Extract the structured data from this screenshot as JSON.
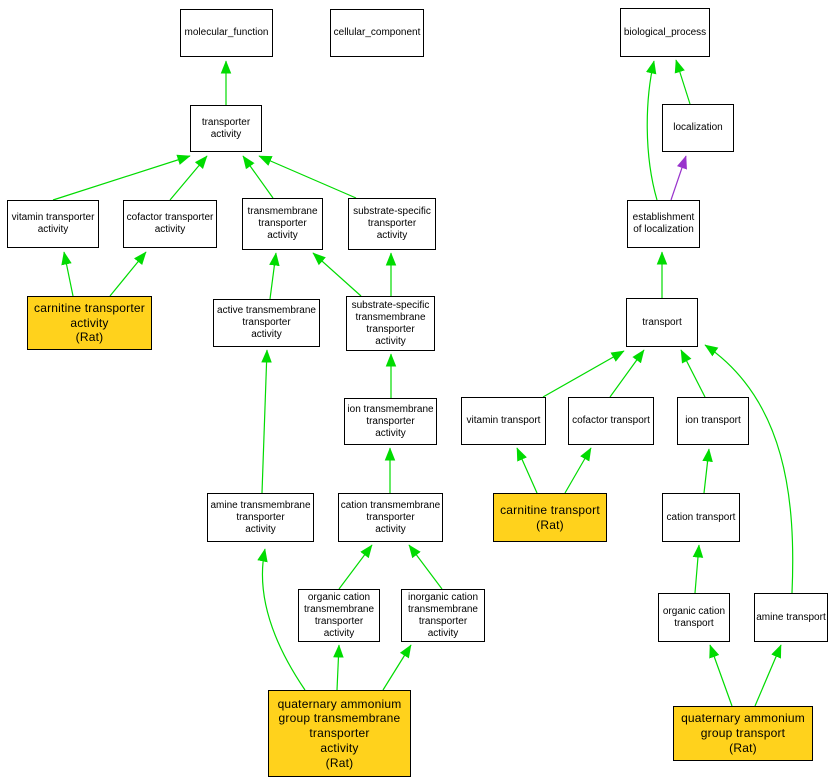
{
  "diagram": {
    "kind": "gene-ontology-term-graph",
    "background": "#ffffff",
    "colors": {
      "node_border": "#000000",
      "node_fill": "#ffffff",
      "highlight_fill": "#FFD21C",
      "is_a_edge": "#00DB00",
      "part_of_edge": "#9933CC"
    }
  },
  "nodes": [
    {
      "id": "molecular_function",
      "label": "molecular_function",
      "highlighted": false
    },
    {
      "id": "cellular_component",
      "label": "cellular_component",
      "highlighted": false
    },
    {
      "id": "transporter_activity",
      "label": "transporter\nactivity",
      "highlighted": false
    },
    {
      "id": "vitamin_transporter_activity",
      "label": "vitamin transporter\nactivity",
      "highlighted": false
    },
    {
      "id": "cofactor_transporter_activity",
      "label": "cofactor transporter\nactivity",
      "highlighted": false
    },
    {
      "id": "transmembrane_transporter_activity",
      "label": "transmembrane\ntransporter\nactivity",
      "highlighted": false
    },
    {
      "id": "substrate_specific_transporter_activity",
      "label": "substrate-specific\ntransporter\nactivity",
      "highlighted": false
    },
    {
      "id": "carnitine_transporter_activity_rat",
      "label": "carnitine transporter\nactivity\n(Rat)",
      "highlighted": true
    },
    {
      "id": "active_transmembrane_transporter_activity",
      "label": "active transmembrane\ntransporter\nactivity",
      "highlighted": false
    },
    {
      "id": "substrate_specific_transmembrane_transporter_activity",
      "label": "substrate-specific\ntransmembrane\ntransporter\nactivity",
      "highlighted": false
    },
    {
      "id": "ion_transmembrane_transporter_activity",
      "label": "ion transmembrane\ntransporter\nactivity",
      "highlighted": false
    },
    {
      "id": "amine_transmembrane_transporter_activity",
      "label": "amine transmembrane\ntransporter\nactivity",
      "highlighted": false
    },
    {
      "id": "cation_transmembrane_transporter_activity",
      "label": "cation transmembrane\ntransporter\nactivity",
      "highlighted": false
    },
    {
      "id": "organic_cation_transmembrane_transporter_activity",
      "label": "organic cation\ntransmembrane\ntransporter\nactivity",
      "highlighted": false
    },
    {
      "id": "inorganic_cation_transmembrane_transporter_activity",
      "label": "inorganic cation\ntransmembrane\ntransporter\nactivity",
      "highlighted": false
    },
    {
      "id": "quaternary_ammonium_group_transmembrane_transporter_activity_rat",
      "label": "quaternary ammonium\ngroup transmembrane\ntransporter\nactivity\n(Rat)",
      "highlighted": true
    },
    {
      "id": "biological_process",
      "label": "biological_process",
      "highlighted": false
    },
    {
      "id": "localization",
      "label": "localization",
      "highlighted": false
    },
    {
      "id": "establishment_of_localization",
      "label": "establishment\nof localization",
      "highlighted": false
    },
    {
      "id": "transport",
      "label": "transport",
      "highlighted": false
    },
    {
      "id": "vitamin_transport",
      "label": "vitamin transport",
      "highlighted": false
    },
    {
      "id": "cofactor_transport",
      "label": "cofactor transport",
      "highlighted": false
    },
    {
      "id": "ion_transport",
      "label": "ion transport",
      "highlighted": false
    },
    {
      "id": "carnitine_transport_rat",
      "label": "carnitine transport\n(Rat)",
      "highlighted": true
    },
    {
      "id": "cation_transport",
      "label": "cation transport",
      "highlighted": false
    },
    {
      "id": "organic_cation_transport",
      "label": "organic cation\ntransport",
      "highlighted": false
    },
    {
      "id": "amine_transport",
      "label": "amine transport",
      "highlighted": false
    },
    {
      "id": "quaternary_ammonium_group_transport_rat",
      "label": "quaternary ammonium\ngroup transport\n(Rat)",
      "highlighted": true
    }
  ],
  "edges": [
    {
      "from": "transporter_activity",
      "to": "molecular_function",
      "relation": "is_a"
    },
    {
      "from": "vitamin_transporter_activity",
      "to": "transporter_activity",
      "relation": "is_a"
    },
    {
      "from": "cofactor_transporter_activity",
      "to": "transporter_activity",
      "relation": "is_a"
    },
    {
      "from": "transmembrane_transporter_activity",
      "to": "transporter_activity",
      "relation": "is_a"
    },
    {
      "from": "substrate_specific_transporter_activity",
      "to": "transporter_activity",
      "relation": "is_a"
    },
    {
      "from": "carnitine_transporter_activity_rat",
      "to": "vitamin_transporter_activity",
      "relation": "is_a"
    },
    {
      "from": "carnitine_transporter_activity_rat",
      "to": "cofactor_transporter_activity",
      "relation": "is_a"
    },
    {
      "from": "active_transmembrane_transporter_activity",
      "to": "transmembrane_transporter_activity",
      "relation": "is_a"
    },
    {
      "from": "substrate_specific_transmembrane_transporter_activity",
      "to": "transmembrane_transporter_activity",
      "relation": "is_a"
    },
    {
      "from": "substrate_specific_transmembrane_transporter_activity",
      "to": "substrate_specific_transporter_activity",
      "relation": "is_a"
    },
    {
      "from": "ion_transmembrane_transporter_activity",
      "to": "substrate_specific_transmembrane_transporter_activity",
      "relation": "is_a"
    },
    {
      "from": "amine_transmembrane_transporter_activity",
      "to": "active_transmembrane_transporter_activity",
      "relation": "is_a"
    },
    {
      "from": "cation_transmembrane_transporter_activity",
      "to": "ion_transmembrane_transporter_activity",
      "relation": "is_a"
    },
    {
      "from": "organic_cation_transmembrane_transporter_activity",
      "to": "cation_transmembrane_transporter_activity",
      "relation": "is_a"
    },
    {
      "from": "inorganic_cation_transmembrane_transporter_activity",
      "to": "cation_transmembrane_transporter_activity",
      "relation": "is_a"
    },
    {
      "from": "quaternary_ammonium_group_transmembrane_transporter_activity_rat",
      "to": "amine_transmembrane_transporter_activity",
      "relation": "is_a"
    },
    {
      "from": "quaternary_ammonium_group_transmembrane_transporter_activity_rat",
      "to": "organic_cation_transmembrane_transporter_activity",
      "relation": "is_a"
    },
    {
      "from": "quaternary_ammonium_group_transmembrane_transporter_activity_rat",
      "to": "inorganic_cation_transmembrane_transporter_activity",
      "relation": "is_a"
    },
    {
      "from": "localization",
      "to": "biological_process",
      "relation": "is_a"
    },
    {
      "from": "establishment_of_localization",
      "to": "biological_process",
      "relation": "is_a"
    },
    {
      "from": "establishment_of_localization",
      "to": "localization",
      "relation": "part_of"
    },
    {
      "from": "transport",
      "to": "establishment_of_localization",
      "relation": "is_a"
    },
    {
      "from": "vitamin_transport",
      "to": "transport",
      "relation": "is_a"
    },
    {
      "from": "cofactor_transport",
      "to": "transport",
      "relation": "is_a"
    },
    {
      "from": "ion_transport",
      "to": "transport",
      "relation": "is_a"
    },
    {
      "from": "amine_transport",
      "to": "transport",
      "relation": "is_a"
    },
    {
      "from": "carnitine_transport_rat",
      "to": "vitamin_transport",
      "relation": "is_a"
    },
    {
      "from": "carnitine_transport_rat",
      "to": "cofactor_transport",
      "relation": "is_a"
    },
    {
      "from": "cation_transport",
      "to": "ion_transport",
      "relation": "is_a"
    },
    {
      "from": "organic_cation_transport",
      "to": "cation_transport",
      "relation": "is_a"
    },
    {
      "from": "quaternary_ammonium_group_transport_rat",
      "to": "organic_cation_transport",
      "relation": "is_a"
    },
    {
      "from": "quaternary_ammonium_group_transport_rat",
      "to": "amine_transport",
      "relation": "is_a"
    }
  ]
}
